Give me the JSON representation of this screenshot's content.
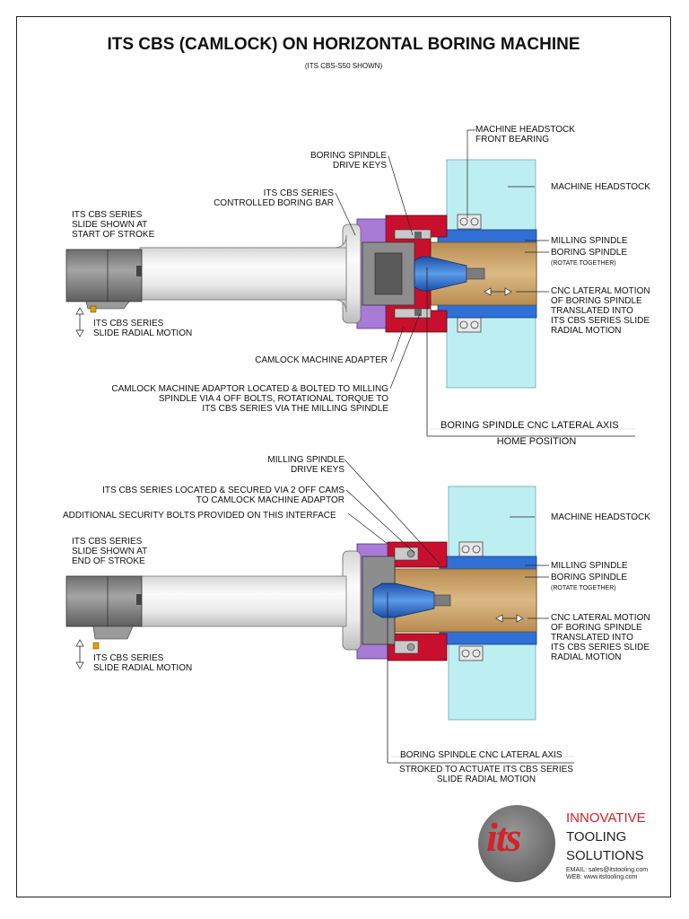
{
  "header": {
    "title": "ITS CBS (CAMLOCK) ON HORIZONTAL BORING MACHINE",
    "subtitle": "(ITS CBS-S50 SHOWN)"
  },
  "diagram_top": {
    "labels": {
      "headstock_bearing": "MACHINE HEADSTOCK\nFRONT BEARING",
      "headstock": "MACHINE HEADSTOCK",
      "drive_keys": "BORING SPINDLE\nDRIVE KEYS",
      "boring_bar": "ITS CBS SERIES\nCONTROLLED BORING BAR",
      "slide_start": "ITS CBS SERIES\nSLIDE SHOWN AT\nSTART OF STROKE",
      "milling_spindle": "MILLING SPINDLE",
      "boring_spindle": "BORING SPINDLE",
      "rotate_together": "(ROTATE TOGETHER)",
      "cnc_motion": "CNC LATERAL MOTION\nOF BORING SPINDLE\nTRANSLATED INTO\nITS CBS SERIES SLIDE\nRADIAL MOTION",
      "slide_radial": "ITS CBS SERIES\nSLIDE RADIAL MOTION",
      "camlock_adapter": "CAMLOCK MACHINE ADAPTER",
      "camlock_note": "CAMLOCK MACHINE ADAPTOR LOCATED & BOLTED TO MILLING\nSPINDLE VIA 4 OFF BOLTS, ROTATIONAL TORQUE TO\nITS CBS SERIES VIA THE MILLING SPINDLE",
      "axis": "BORING SPINDLE CNC LATERAL AXIS",
      "home": "HOME POSITION"
    }
  },
  "diagram_bottom": {
    "labels": {
      "drive_keys": "MILLING SPINDLE\nDRIVE KEYS",
      "located": "ITS CBS SERIES LOCATED & SECURED VIA 2 OFF CAMS\nTO CAMLOCK MACHINE ADAPTOR",
      "security": "ADDITIONAL SECURITY BOLTS  PROVIDED ON THIS INTERFACE",
      "headstock": "MACHINE HEADSTOCK",
      "slide_end": "ITS CBS SERIES\nSLIDE SHOWN AT\nEND OF STROKE",
      "milling_spindle": "MILLING SPINDLE",
      "boring_spindle": "BORING SPINDLE",
      "rotate_together": "(ROTATE TOGETHER)",
      "cnc_motion": "CNC LATERAL MOTION\nOF BORING SPINDLE\nTRANSLATED INTO\nITS CBS SERIES SLIDE\nRADIAL MOTION",
      "slide_radial": "ITS CBS SERIES\nSLIDE RADIAL MOTION",
      "axis": "BORING SPINDLE CNC LATERAL AXIS",
      "stroked": "STROKED TO ACTUATE ITS CBS SERIES\nSLIDE RADIAL MOTION"
    }
  },
  "branding": {
    "logo_text": "its",
    "line1": "INNOVATIVE",
    "line2": "TOOLING",
    "line3": "SOLUTIONS",
    "email": "EMAIL: sales@itstooling.com",
    "web": "WEB: www.itstooling.com"
  },
  "colors": {
    "headstock": "#bdeff2",
    "milling_spindle": "#2f6fd6",
    "boring_spindle": "#c9a26a",
    "adapter": "#c8102e",
    "cbs_body": "#a77bd6",
    "bar": "#ececec",
    "brand_red": "#d3222a",
    "logo_gray": "#7a7a7a"
  }
}
